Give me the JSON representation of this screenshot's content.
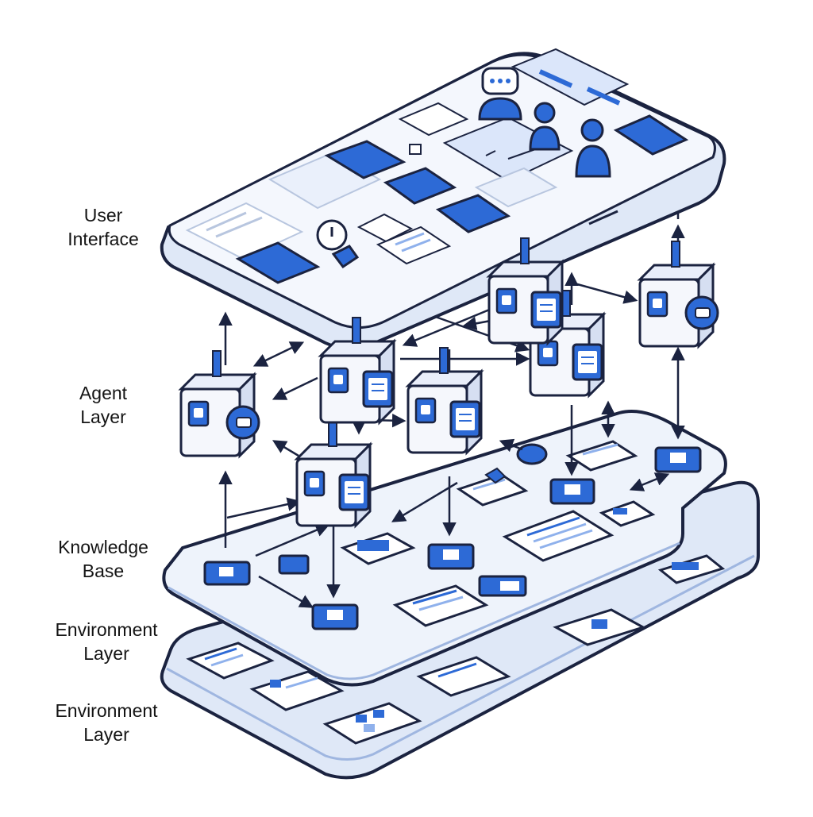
{
  "colors": {
    "outline": "#1b2340",
    "platform": "#eef3fb",
    "platform_edge": "#c3d0e8",
    "blue": "#2d6ad6",
    "blue_dark": "#1747a8",
    "blue_light": "#8fb1ec",
    "doc": "#ffffff",
    "shadow": "#b9c9ea"
  },
  "layers": [
    {
      "key": "ui",
      "line1": "User",
      "line2": "Interface"
    },
    {
      "key": "agent",
      "line1": "Agent",
      "line2": "Layer"
    },
    {
      "key": "kb",
      "line1": "Knowledge",
      "line2": "Base"
    },
    {
      "key": "env1",
      "line1": "Environment",
      "line2": "Layer"
    },
    {
      "key": "env2",
      "line1": "Environment",
      "line2": "Layer"
    }
  ],
  "components": {
    "user_interface": {
      "icons": [
        "chat-bubble-icon",
        "user-icon",
        "user-icon",
        "user-icon",
        "clock-icon",
        "pin-icon"
      ]
    },
    "agent_layer": {
      "agent_count": 7,
      "icon": "robot-icon"
    },
    "knowledge_base": {
      "items": [
        "document-icon",
        "node-icon",
        "table-icon"
      ]
    },
    "environment": {
      "items": [
        "document-icon",
        "grid-icon"
      ]
    }
  }
}
